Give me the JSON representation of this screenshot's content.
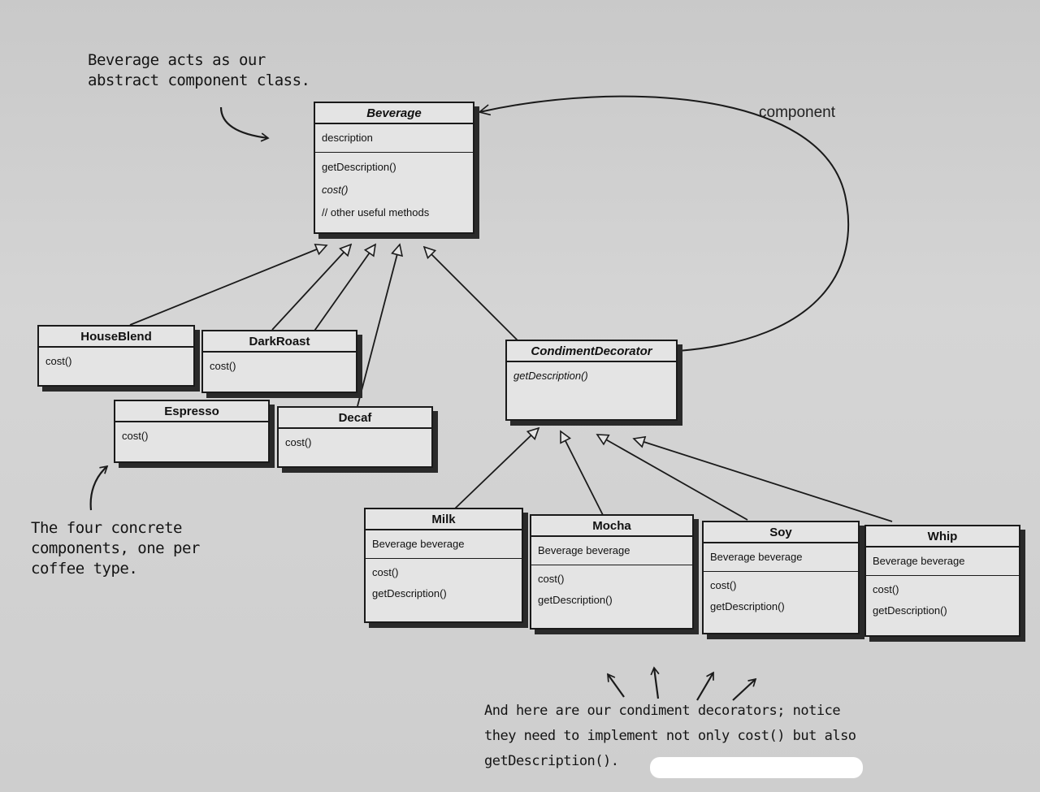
{
  "classes": {
    "beverage": {
      "name": "Beverage",
      "attributes": [
        "description"
      ],
      "methods": [
        "getDescription()",
        "cost()",
        "// other useful methods"
      ]
    },
    "houseblend": {
      "name": "HouseBlend",
      "methods": [
        "cost()"
      ]
    },
    "darkroast": {
      "name": "DarkRoast",
      "methods": [
        "cost()"
      ]
    },
    "espresso": {
      "name": "Espresso",
      "methods": [
        "cost()"
      ]
    },
    "decaf": {
      "name": "Decaf",
      "methods": [
        "cost()"
      ]
    },
    "condiment_decorator": {
      "name": "CondimentDecorator",
      "methods": [
        "getDescription()"
      ]
    },
    "milk": {
      "name": "Milk",
      "attributes": [
        "Beverage beverage"
      ],
      "methods": [
        "cost()",
        "getDescription()"
      ]
    },
    "mocha": {
      "name": "Mocha",
      "attributes": [
        "Beverage beverage"
      ],
      "methods": [
        "cost()",
        "getDescription()"
      ]
    },
    "soy": {
      "name": "Soy",
      "attributes": [
        "Beverage beverage"
      ],
      "methods": [
        "cost()",
        "getDescription()"
      ]
    },
    "whip": {
      "name": "Whip",
      "attributes": [
        "Beverage beverage"
      ],
      "methods": [
        "cost()",
        "getDescription()"
      ]
    }
  },
  "labels": {
    "component": "component"
  },
  "notes": {
    "abstract_line1": "Beverage acts as our",
    "abstract_line2": "abstract component class.",
    "concrete_line1": "The four concrete",
    "concrete_line2": "components, one per",
    "concrete_line3": "coffee type.",
    "decorators_line1": "And here are our condiment decorators; notice",
    "decorators_line2": "they need to implement not only cost() but also",
    "decorators_line3": "getDescription()."
  }
}
